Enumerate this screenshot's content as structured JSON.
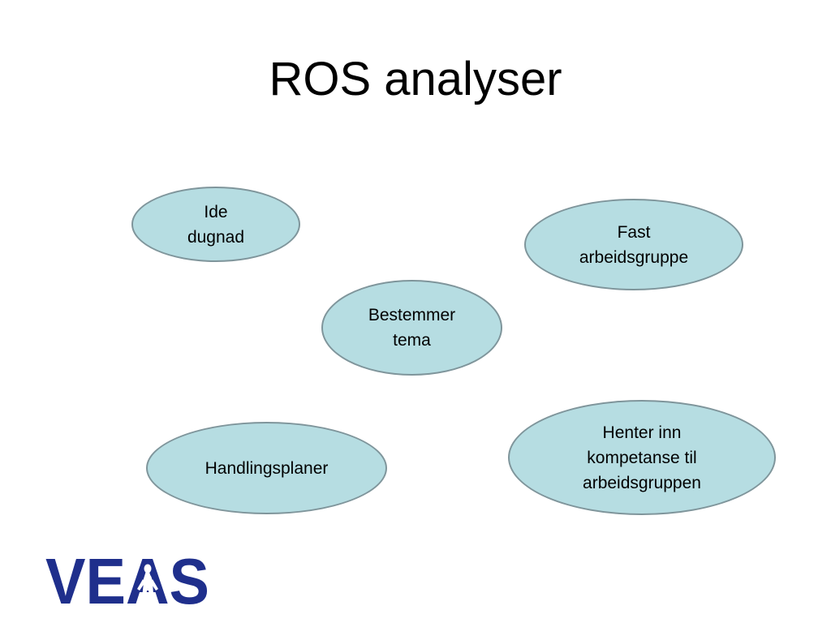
{
  "slide": {
    "title": "ROS analyser"
  },
  "nodes": [
    {
      "id": "ide",
      "text": "Ide\ndugnad"
    },
    {
      "id": "fast",
      "text": "Fast\narbeidsgruppe"
    },
    {
      "id": "bestemmer",
      "text": "Bestemmer\ntema"
    },
    {
      "id": "handling",
      "text": "Handlingsplaner"
    },
    {
      "id": "henter",
      "text": "Henter inn\nkompetanse til\narbeidsgruppen"
    }
  ],
  "logo": {
    "text": "VEAS",
    "color": "#1f2f8c"
  },
  "colors": {
    "bubble_fill": "#b6dde2",
    "bubble_border": "#7f959b"
  }
}
